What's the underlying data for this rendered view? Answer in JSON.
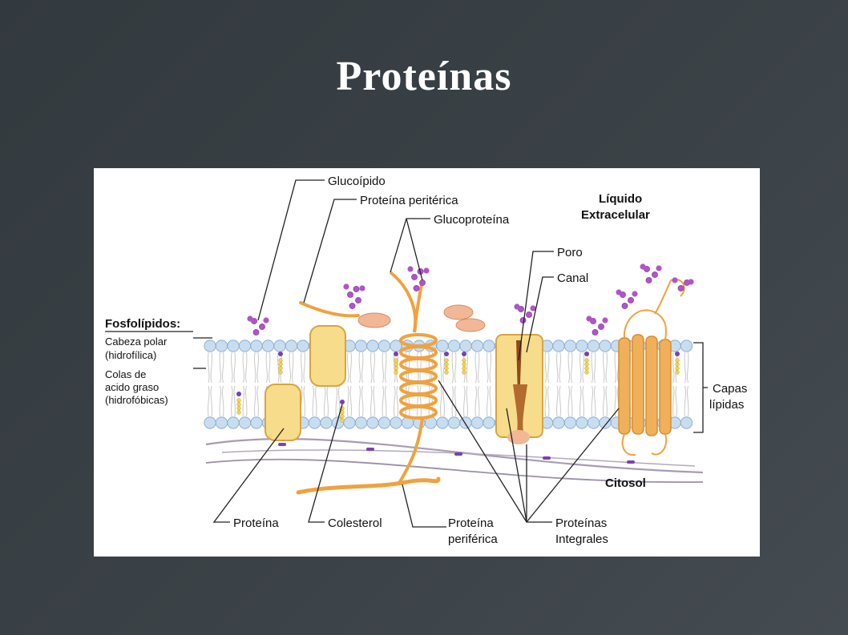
{
  "slide": {
    "title": "Proteínas"
  },
  "labels": {
    "glucolipido": "Glucoípido",
    "proteina_periterica": "Proteína peritérica",
    "glucoproteina": "Glucoproteína",
    "liquido": "Líquido",
    "extracelular": "Extracelular",
    "poro": "Poro",
    "canal": "Canal",
    "fosfolipidos": "Fosfolípidos:",
    "cabeza_polar": "Cabeza polar",
    "hidrofilica": "(hidrofílica)",
    "colas_de": "Colas de",
    "acido_graso": "acido graso",
    "hidrofobicas": "(hidrofóbicas)",
    "capas": "Capas",
    "lipidas": "lípidas",
    "citosol": "Citosol",
    "proteina": "Proteína",
    "colesterol": "Colesterol",
    "proteina_periferica_1": "Proteína",
    "proteina_periferica_2": "periférica",
    "proteinas_integrales_1": "Proteínas",
    "proteinas_integrales_2": "Integrales"
  },
  "colors": {
    "background": "#3b4247",
    "phospholipid_head": "#c9ddf1",
    "protein_fill": "#f7dc8c",
    "protein_stroke": "#d9a441",
    "helix_orange": "#f0a23e",
    "sugar_purple": "#b055c8",
    "cytoskeleton": "#9a8fa8"
  }
}
